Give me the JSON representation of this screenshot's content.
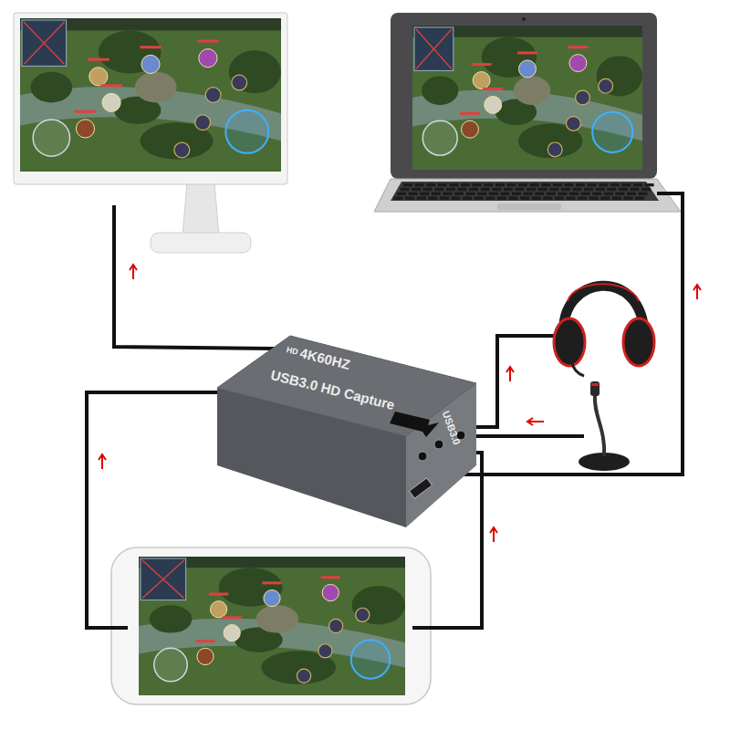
{
  "diagram": {
    "nodes": [
      {
        "text": [
          "HD",
          "4K60HZ",
          "USB3.0 HD Capture",
          "USB3.0"
        ]
      }
    ]
  }
}
